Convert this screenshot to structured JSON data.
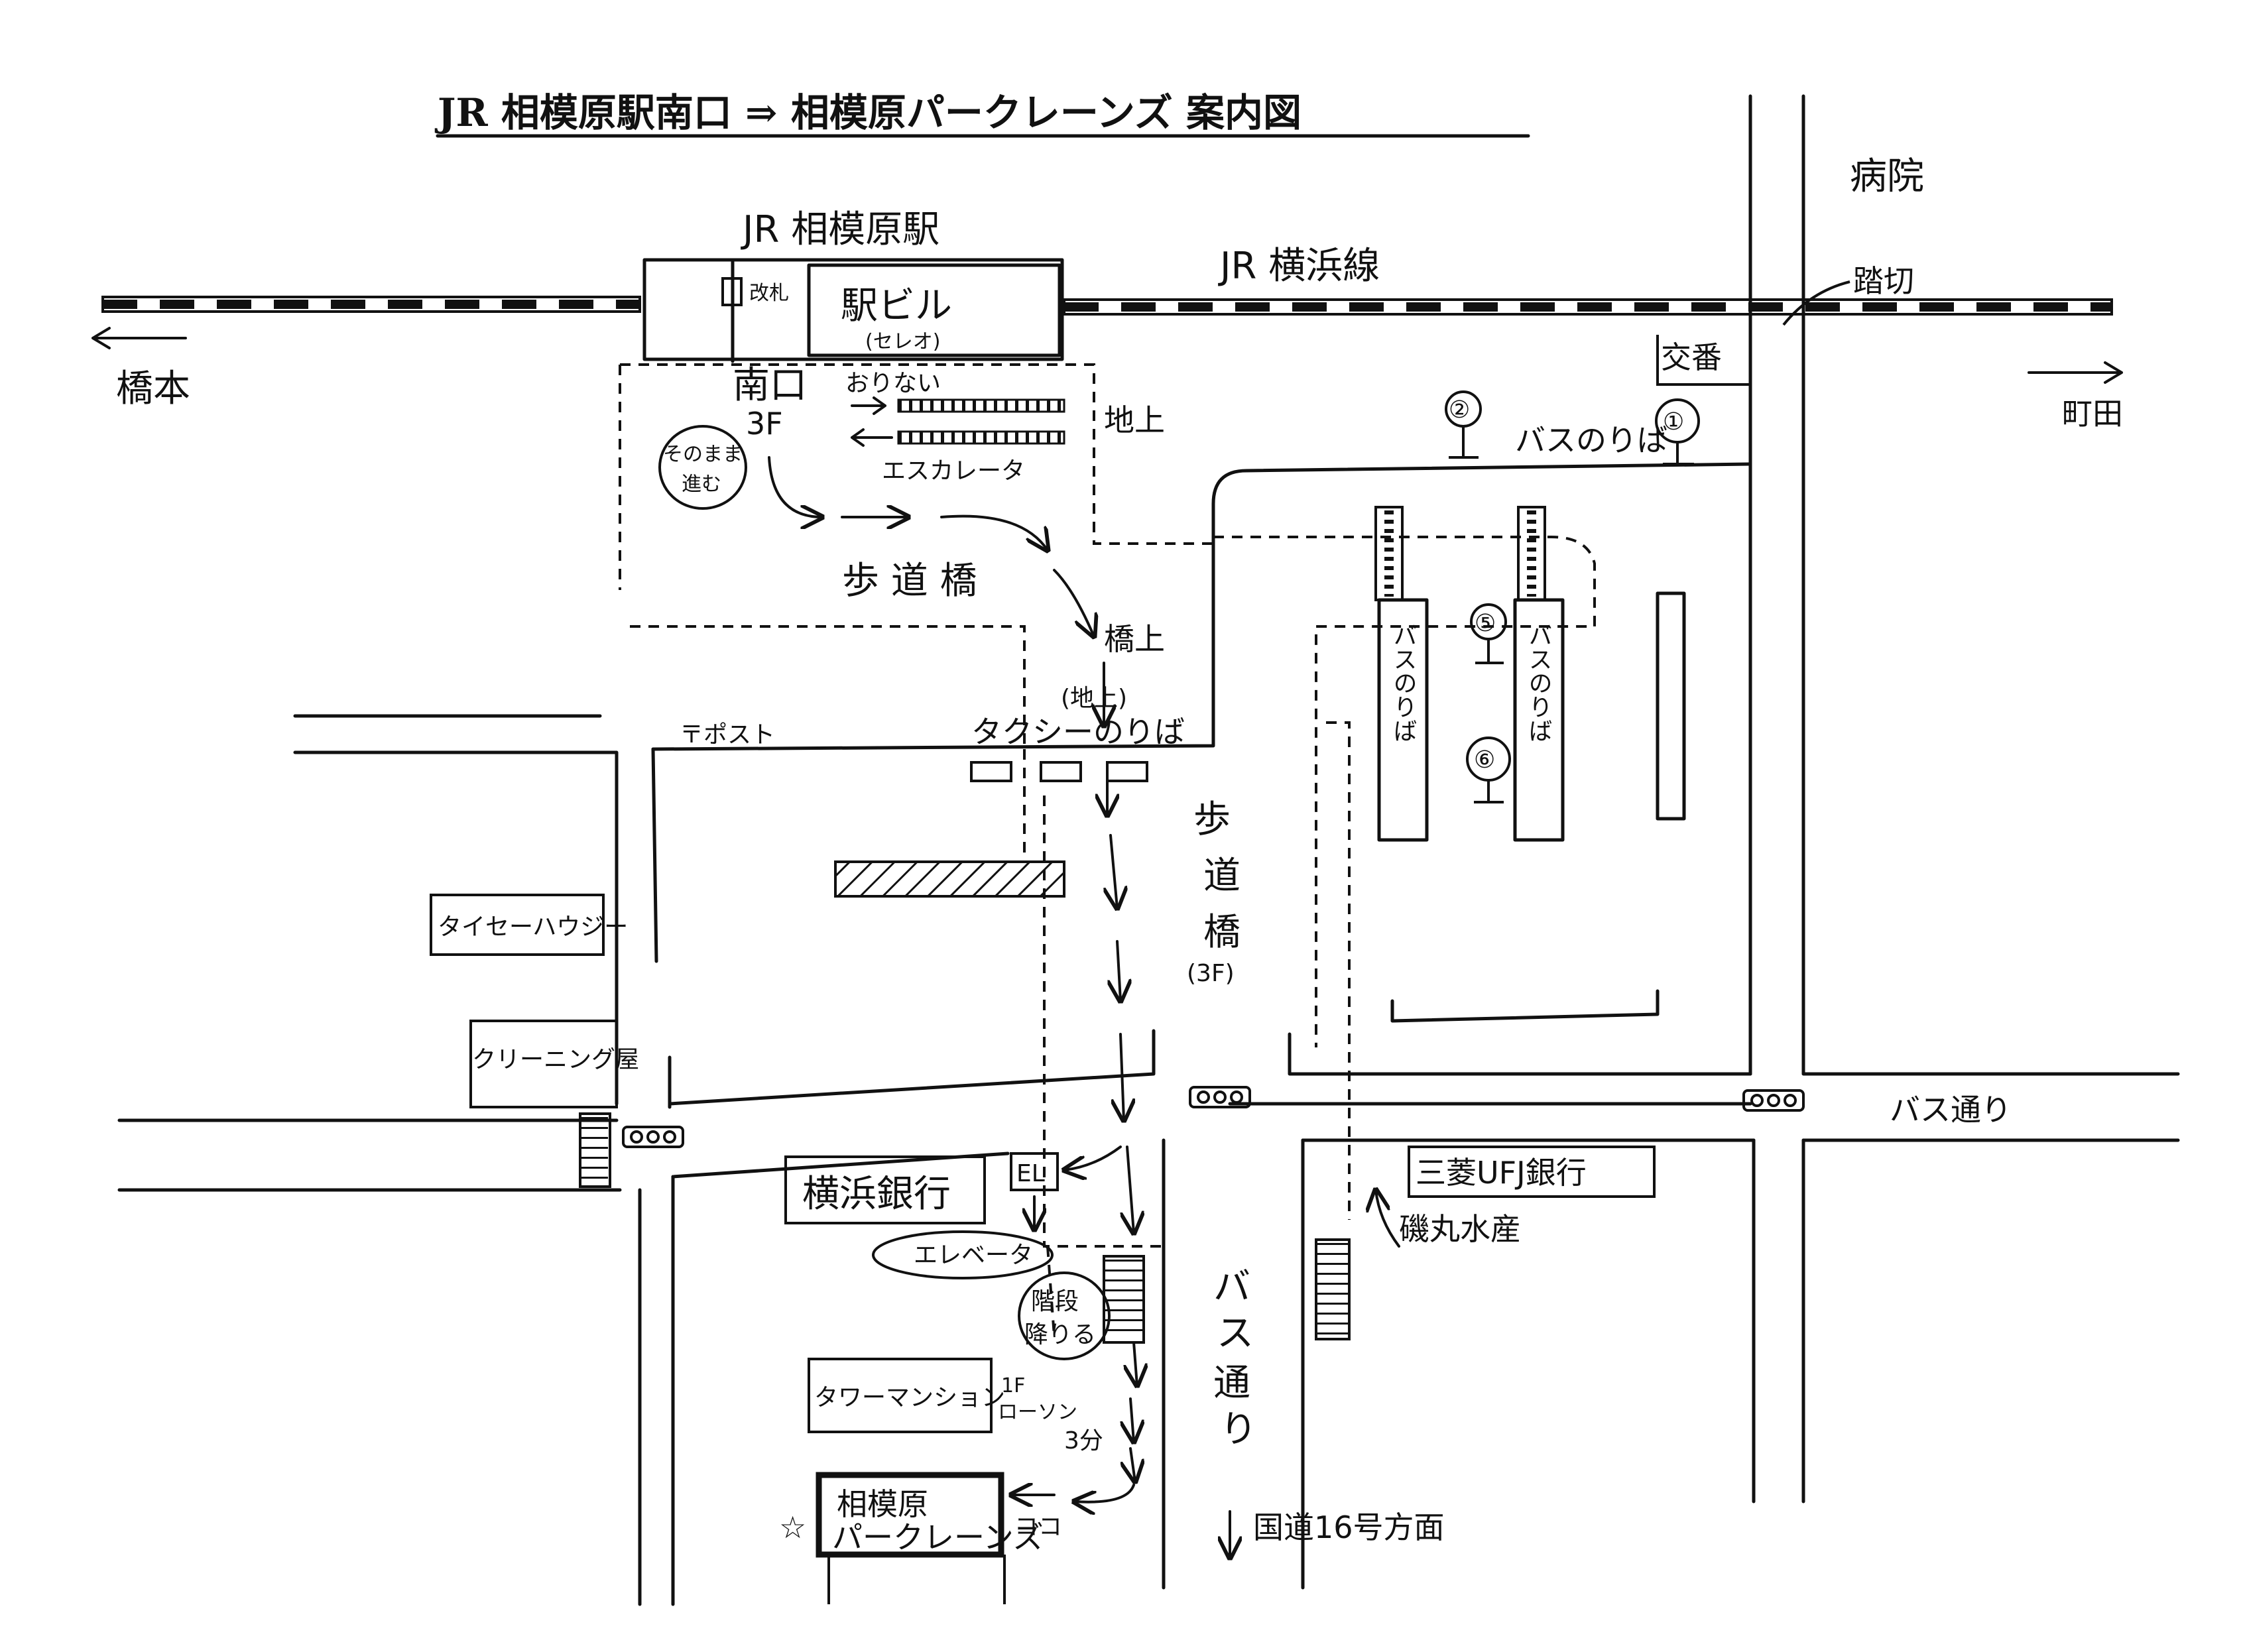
{
  "title": "JR 相模原駅南口 ⇒ 相模原パークレーンズ 案内図",
  "map": {
    "station": "JR 相模原駅",
    "railway_line": "JR 横浜線",
    "station_building": "駅ビル",
    "station_building_sub": "(セレオ)",
    "ticket_gate": "改札",
    "south_exit": "南口",
    "south_exit_floor": "3F",
    "hospital": "病院",
    "level_crossing": "踏切",
    "koban": "交番",
    "to_hashimoto": "橋本",
    "to_machida": "町田",
    "bus_stop_area": "バスのりば",
    "bus_platform_left": "バスのりば",
    "bus_platform_right": "バスのりば",
    "bus_stop_numbers": [
      "②",
      "①",
      "⑤",
      "⑥"
    ],
    "escalator_down_note": "おりない",
    "escalator": "エスカレータ",
    "ground_level": "地上",
    "go_straight_line1": "そのまま",
    "go_straight_line2": "進む",
    "footbridge_upper": "歩 道 橋",
    "on_bridge": "橋上",
    "taxi_ground_note": "(地上)",
    "taxi_stand": "タクシーのりば",
    "mailbox": "〒ポスト",
    "footbridge_vertical": [
      "歩",
      "道",
      "橋"
    ],
    "footbridge_floor": "(3F)",
    "taisei_housing": "タイセーハウジー",
    "cleaning_shop": "クリーニング屋",
    "bus_street_horizontal": "バス通り",
    "yokohama_bank": "横浜銀行",
    "elevator_box": "EL",
    "elevator_label": "エレベータ",
    "mufg_bank": "三菱UFJ銀行",
    "isomaru_suisan": "磯丸水産",
    "stairs_line1": "階段",
    "stairs_line2": "降りる",
    "bus_street_vertical": [
      "バ",
      "ス",
      "通",
      "り"
    ],
    "tower_mansion": "タワーマンション",
    "lawson_line1": "1F",
    "lawson_line2": "ローソン",
    "walk_time": "3分",
    "destination_line1": "相模原",
    "destination_line2": "パークレーンズ",
    "here": "ココ",
    "star": "☆",
    "route16": "国道16号方面"
  }
}
